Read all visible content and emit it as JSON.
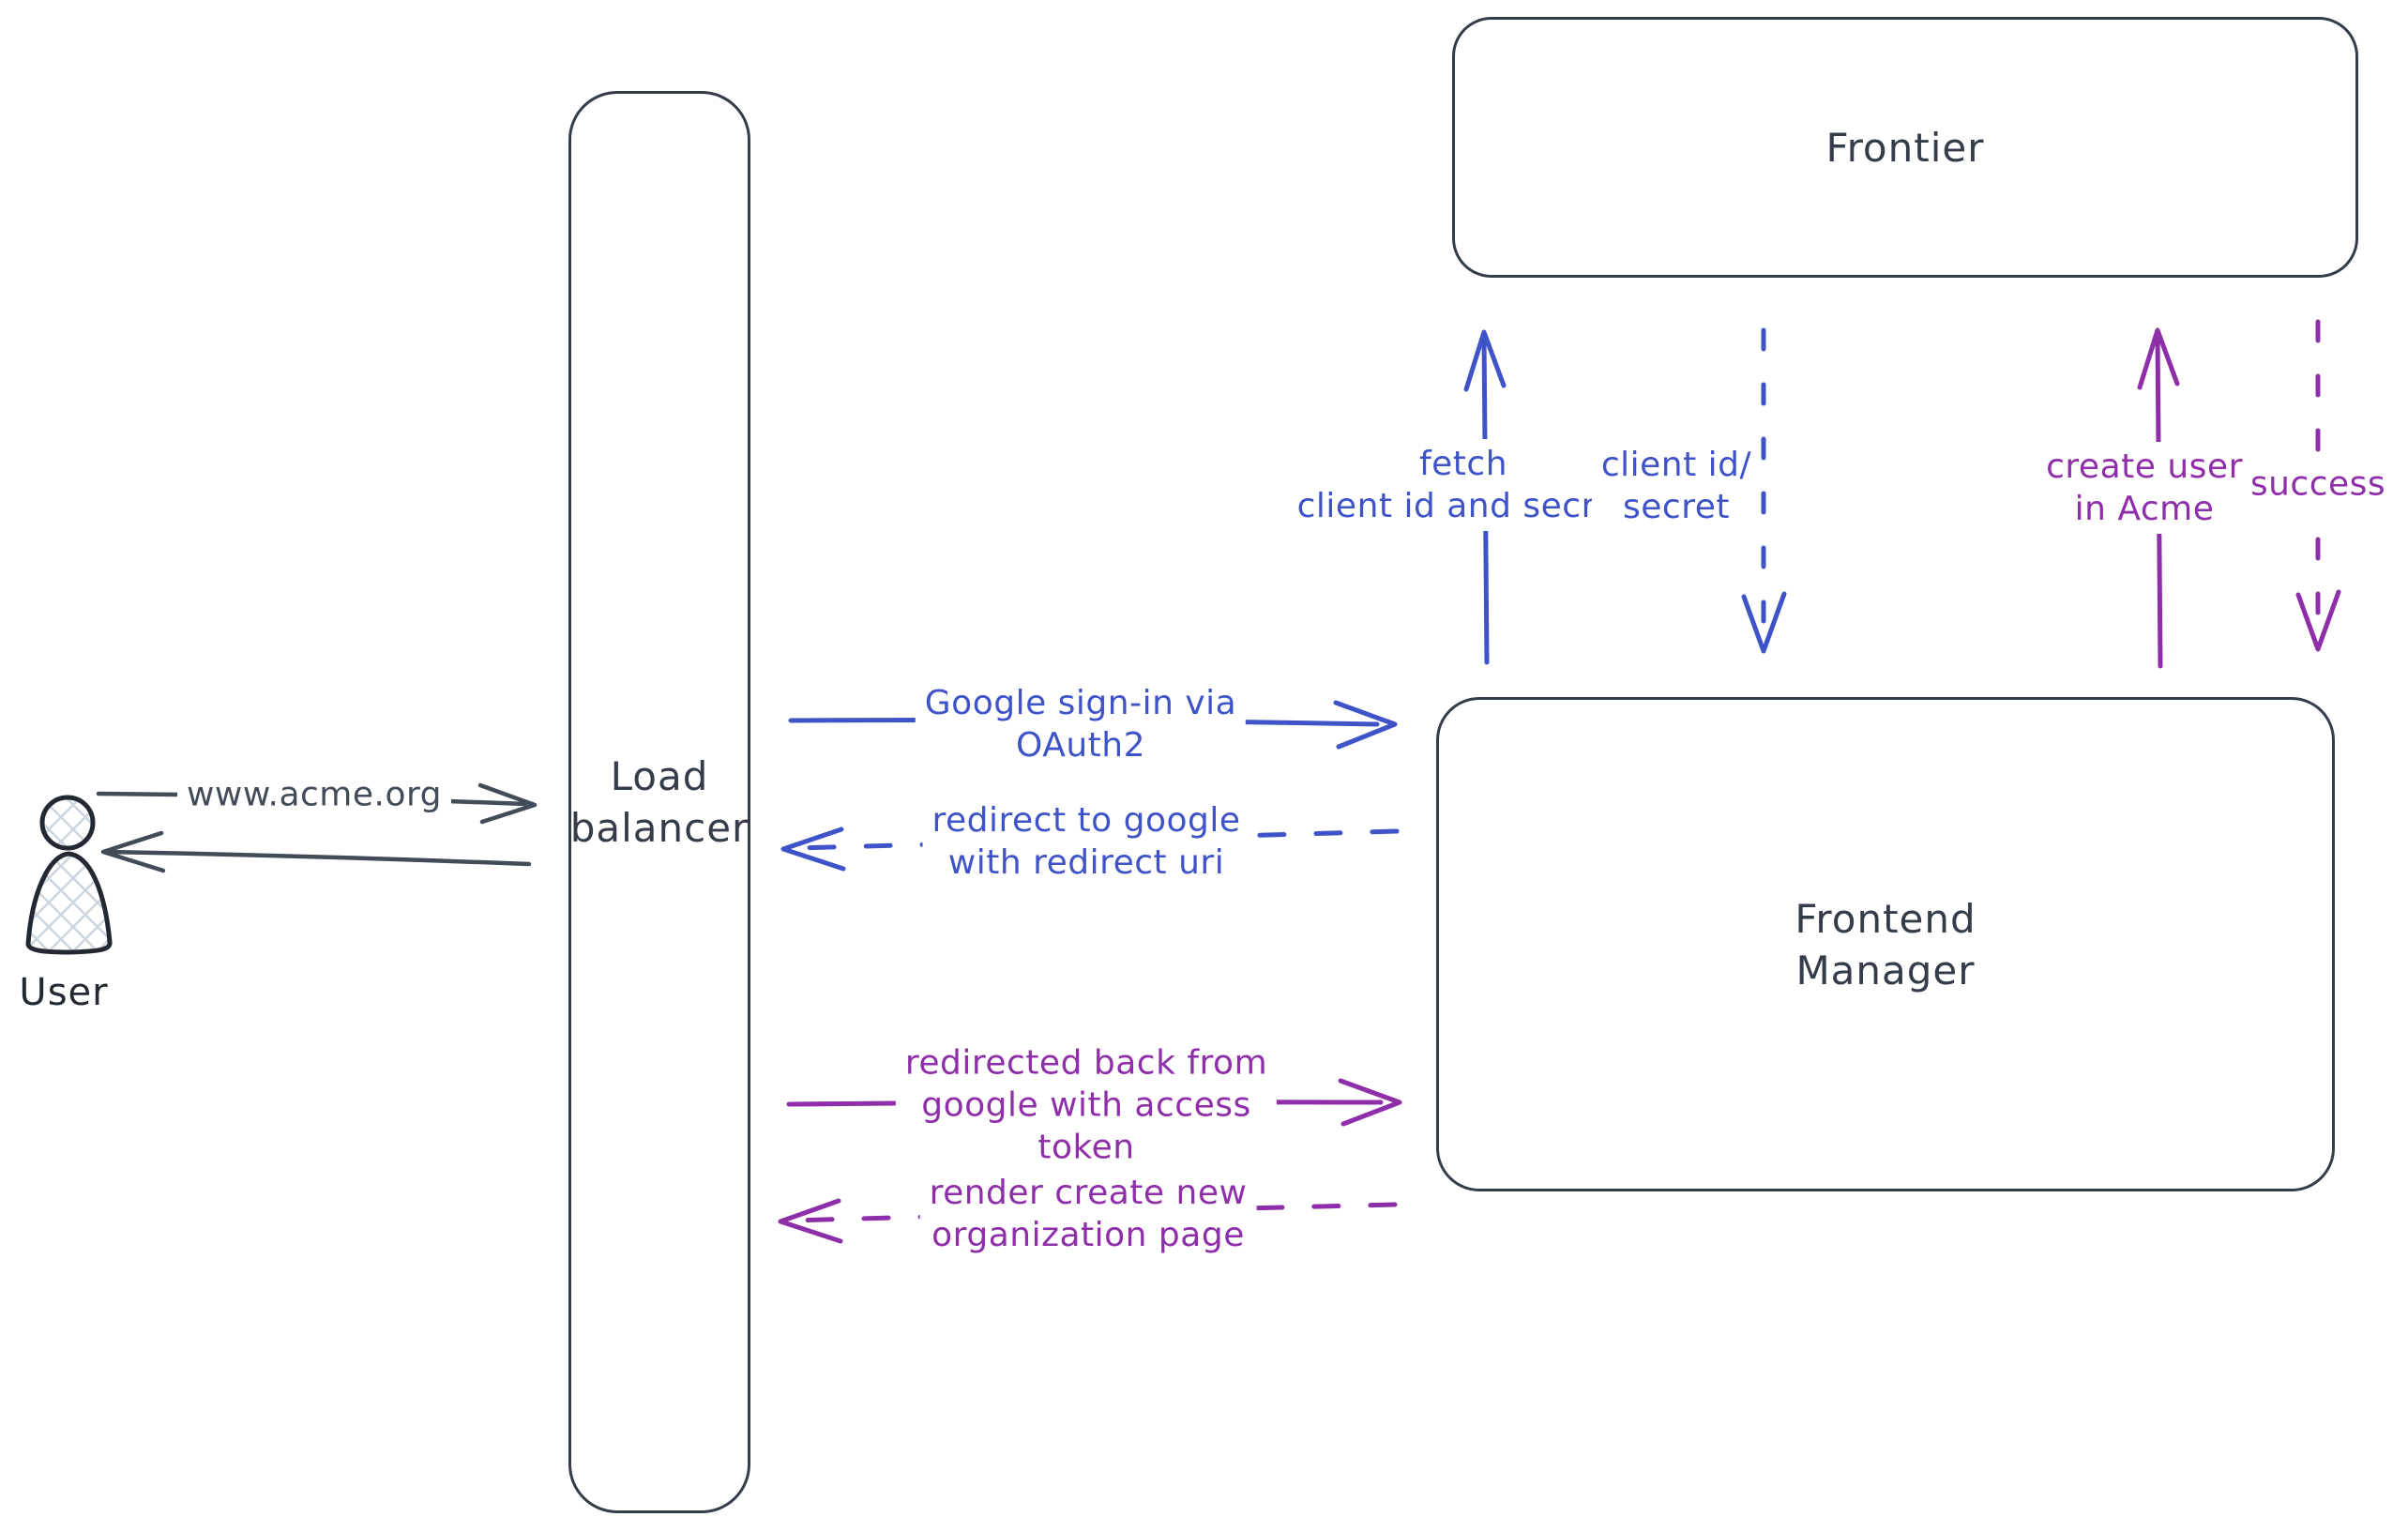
{
  "diagram": {
    "colors": {
      "ink": "#343c49",
      "inkStrong": "#232933",
      "arrowDark": "#434b59",
      "blue": "#3e53c8",
      "purple": "#8e2ea9",
      "hatch": "#ccd6e1"
    },
    "nodes": {
      "user": {
        "label": "User",
        "shape": "person"
      },
      "load_balancer": {
        "label_line1": "Load",
        "label_line2": "balancer",
        "shape": "rounded-rect"
      },
      "frontier": {
        "label": "Frontier",
        "shape": "rounded-rect"
      },
      "frontend_manager": {
        "label_line1": "Frontend",
        "label_line2": "Manager",
        "shape": "rounded-rect"
      }
    },
    "edges": {
      "acme_request": {
        "from": "user",
        "to": "load_balancer",
        "style": "solid",
        "color": "dark",
        "label": "www.acme.org"
      },
      "acme_response": {
        "from": "load_balancer",
        "to": "user",
        "style": "solid",
        "color": "dark",
        "label": ""
      },
      "google_signin": {
        "from": "load_balancer",
        "to": "frontend_manager",
        "style": "solid",
        "color": "blue",
        "label_line1": "Google sign-in via",
        "label_line2": "OAuth2"
      },
      "redirect_google": {
        "from": "frontend_manager",
        "to": "load_balancer",
        "style": "dashed",
        "color": "blue",
        "label_line1": "redirect to google",
        "label_line2": "with redirect uri"
      },
      "fetch_credentials": {
        "from": "frontend_manager",
        "to": "frontier",
        "style": "solid",
        "color": "blue",
        "label_line1": "fetch",
        "label_line2": "client id and secret"
      },
      "client_credentials": {
        "from": "frontier",
        "to": "frontend_manager",
        "style": "dashed",
        "color": "blue",
        "label_line1": "client id/",
        "label_line2": "secret"
      },
      "create_user": {
        "from": "frontend_manager",
        "to": "frontier",
        "style": "solid",
        "color": "purple",
        "label_line1": "create user",
        "label_line2": "in Acme"
      },
      "success": {
        "from": "frontier",
        "to": "frontend_manager",
        "style": "dashed",
        "color": "purple",
        "label": "success"
      },
      "redirected_back": {
        "from": "load_balancer",
        "to": "frontend_manager",
        "style": "solid",
        "color": "purple",
        "label_line1": "redirected back from",
        "label_line2": "google with access",
        "label_line3": "token"
      },
      "render_org_page": {
        "from": "frontend_manager",
        "to": "load_balancer",
        "style": "dashed",
        "color": "purple",
        "label_line1": "render create new",
        "label_line2": "organization page"
      }
    }
  }
}
